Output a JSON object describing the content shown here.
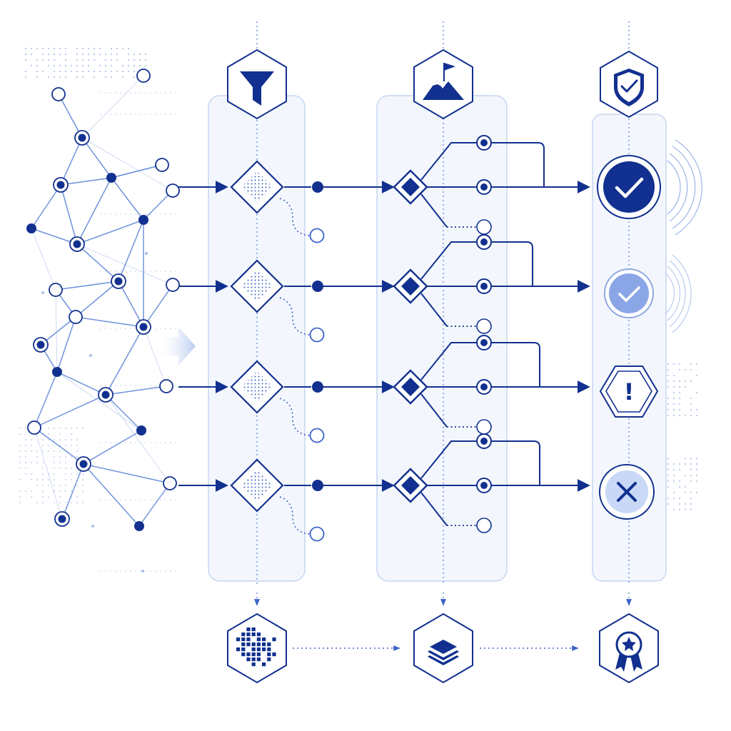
{
  "colors": {
    "navy": "#11308f",
    "mid_blue": "#3b63c9",
    "light_blue": "#6f93dd",
    "pale_line": "#9db4e6",
    "panel_fill": "#f3f7fd",
    "panel_stroke": "#c7d6f1",
    "bg": "#ffffff"
  },
  "stages": [
    {
      "id": "filter",
      "icon": "funnel-icon",
      "bottom_icon": "data-grid-icon"
    },
    {
      "id": "decide",
      "icon": "mountain-flag-icon",
      "bottom_icon": "layers-icon"
    },
    {
      "id": "validate",
      "icon": "shield-check-icon",
      "bottom_icon": "award-badge-icon"
    }
  ],
  "rows": [
    {
      "outcome": "success",
      "outcome_icon": "check-circle-icon",
      "emphasis": "strong"
    },
    {
      "outcome": "success",
      "outcome_icon": "check-circle-icon",
      "emphasis": "soft"
    },
    {
      "outcome": "warning",
      "outcome_icon": "exclamation-octagon-icon",
      "emphasis": "normal"
    },
    {
      "outcome": "error",
      "outcome_icon": "x-circle-icon",
      "emphasis": "normal"
    }
  ],
  "outcome_labels": {
    "warning": "!"
  }
}
